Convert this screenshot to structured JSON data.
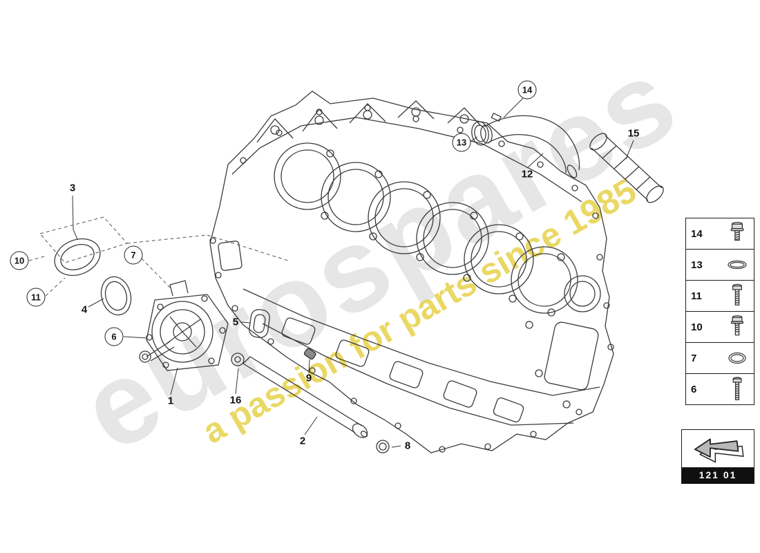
{
  "watermark": {
    "brand": "eurospares",
    "tagline": "a passion for parts since 1985"
  },
  "callouts": {
    "c1": "1",
    "c2": "2",
    "c3": "3",
    "c4": "4",
    "c5": "5",
    "c6": "6",
    "c7": "7",
    "c8": "8",
    "c9": "9",
    "c10": "10",
    "c11": "11",
    "c12": "12",
    "c13": "13",
    "c14": "14",
    "c15": "15",
    "c16": "16"
  },
  "legend": {
    "rows": [
      {
        "num": "14",
        "icon": "flange-bolt-icon"
      },
      {
        "num": "13",
        "icon": "clamp-ring-icon"
      },
      {
        "num": "11",
        "icon": "bolt-icon"
      },
      {
        "num": "10",
        "icon": "bolt-icon"
      },
      {
        "num": "7",
        "icon": "o-ring-icon"
      },
      {
        "num": "6",
        "icon": "stud-bolt-icon"
      }
    ]
  },
  "footer": {
    "code": "121 01",
    "icon": "direction-arrow-icon"
  },
  "colors": {
    "line": "#3a3a3a",
    "watermark_gray": "#c4c4c4",
    "watermark_yellow": "#e7d24b",
    "legend_border": "#1a1a1a"
  }
}
